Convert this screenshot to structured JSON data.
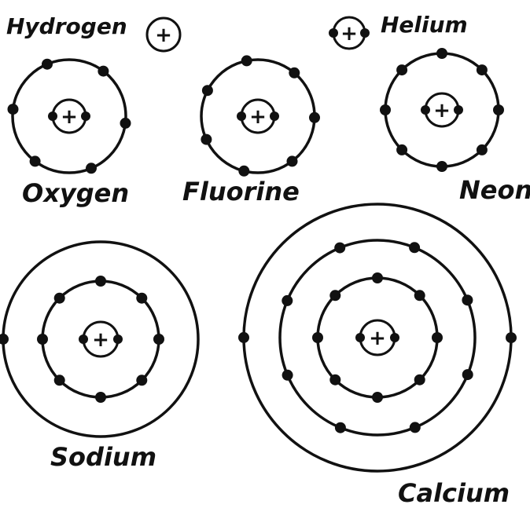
{
  "colors": {
    "ink": "#111111",
    "paper": "#ffffff"
  },
  "nucleus_symbol": "+",
  "atoms": [
    {
      "key": "hydrogen",
      "label": "Hydrogen",
      "shell_electrons": [],
      "nucleus_electrons": 0
    },
    {
      "key": "helium",
      "label": "Helium",
      "shell_electrons": [],
      "nucleus_electrons": 2
    },
    {
      "key": "oxygen",
      "label": "Oxygen",
      "shell_electrons": [
        6
      ],
      "nucleus_electrons": 2
    },
    {
      "key": "fluorine",
      "label": "Fluorine",
      "shell_electrons": [
        7
      ],
      "nucleus_electrons": 2
    },
    {
      "key": "neon",
      "label": "Neon",
      "shell_electrons": [
        8
      ],
      "nucleus_electrons": 2
    },
    {
      "key": "sodium",
      "label": "Sodium",
      "shell_electrons": [
        8,
        1
      ],
      "nucleus_electrons": 2
    },
    {
      "key": "calcium",
      "label": "Calcium",
      "shell_electrons": [
        8,
        8,
        2
      ],
      "nucleus_electrons": 2
    }
  ]
}
